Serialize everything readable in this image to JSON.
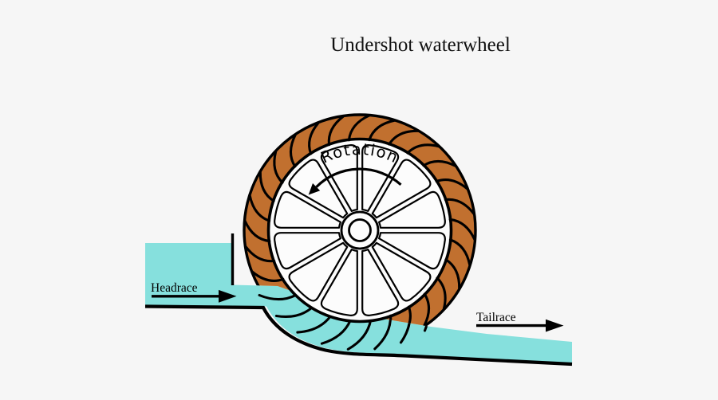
{
  "title": "Undershot waterwheel",
  "diagram": {
    "type": "technical-illustration",
    "subject": "undershot waterwheel",
    "labels": {
      "rotation": "Rotation",
      "headrace": "Headrace",
      "tailrace": "Tailrace"
    },
    "colors": {
      "background": "#f6f6f6",
      "water": "#86e0dd",
      "rim_wood": "#c1702f",
      "outline": "#000000",
      "wheel_face": "#fcfcfc"
    },
    "wheel": {
      "spoke_count": 12,
      "blade_count": 28,
      "rotation_direction": "counterclockwise"
    },
    "flow": {
      "direction": "left-to-right",
      "headrace_level": "high",
      "tailrace_level": "low"
    }
  }
}
